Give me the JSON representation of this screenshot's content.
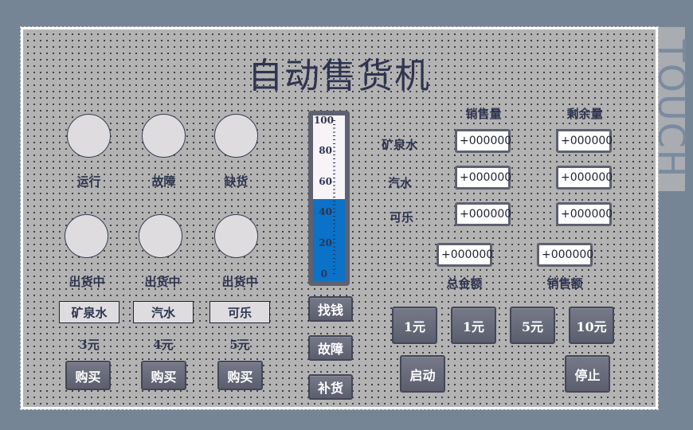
{
  "title": "自动售货机",
  "side_label": "TOUCH",
  "status_lamps": [
    {
      "label": "运行"
    },
    {
      "label": "故障"
    },
    {
      "label": "缺货"
    }
  ],
  "dispense_lamps": [
    {
      "label": "出货中"
    },
    {
      "label": "出货中"
    },
    {
      "label": "出货中"
    }
  ],
  "products": [
    {
      "name": "矿泉水",
      "price": "3元",
      "buy_label": "购买"
    },
    {
      "name": "汽水",
      "price": "4元",
      "buy_label": "购买"
    },
    {
      "name": "可乐",
      "price": "5元",
      "buy_label": "购买"
    }
  ],
  "gauge": {
    "ticks": [
      "100",
      "80",
      "60",
      "40",
      "20",
      "0"
    ],
    "value": 50,
    "fill_color": "#0b72c8"
  },
  "middle_buttons": {
    "change": "找钱",
    "fault": "故障",
    "restock": "补货"
  },
  "table": {
    "col_sales": "销售量",
    "col_remaining": "剩余量",
    "rows": [
      {
        "name": "矿泉水",
        "sales": "+000000",
        "remaining": "+000000"
      },
      {
        "name": "汽水",
        "sales": "+000000",
        "remaining": "+000000"
      },
      {
        "name": "可乐",
        "sales": "+000000",
        "remaining": "+000000"
      }
    ]
  },
  "totals": {
    "total_amount_label": "总金额",
    "total_amount_value": "+000000",
    "sales_amount_label": "销售额",
    "sales_amount_value": "+000000"
  },
  "coin_buttons": [
    "1元",
    "1元",
    "5元",
    "10元"
  ],
  "control_buttons": {
    "start": "启动",
    "stop": "停止"
  }
}
